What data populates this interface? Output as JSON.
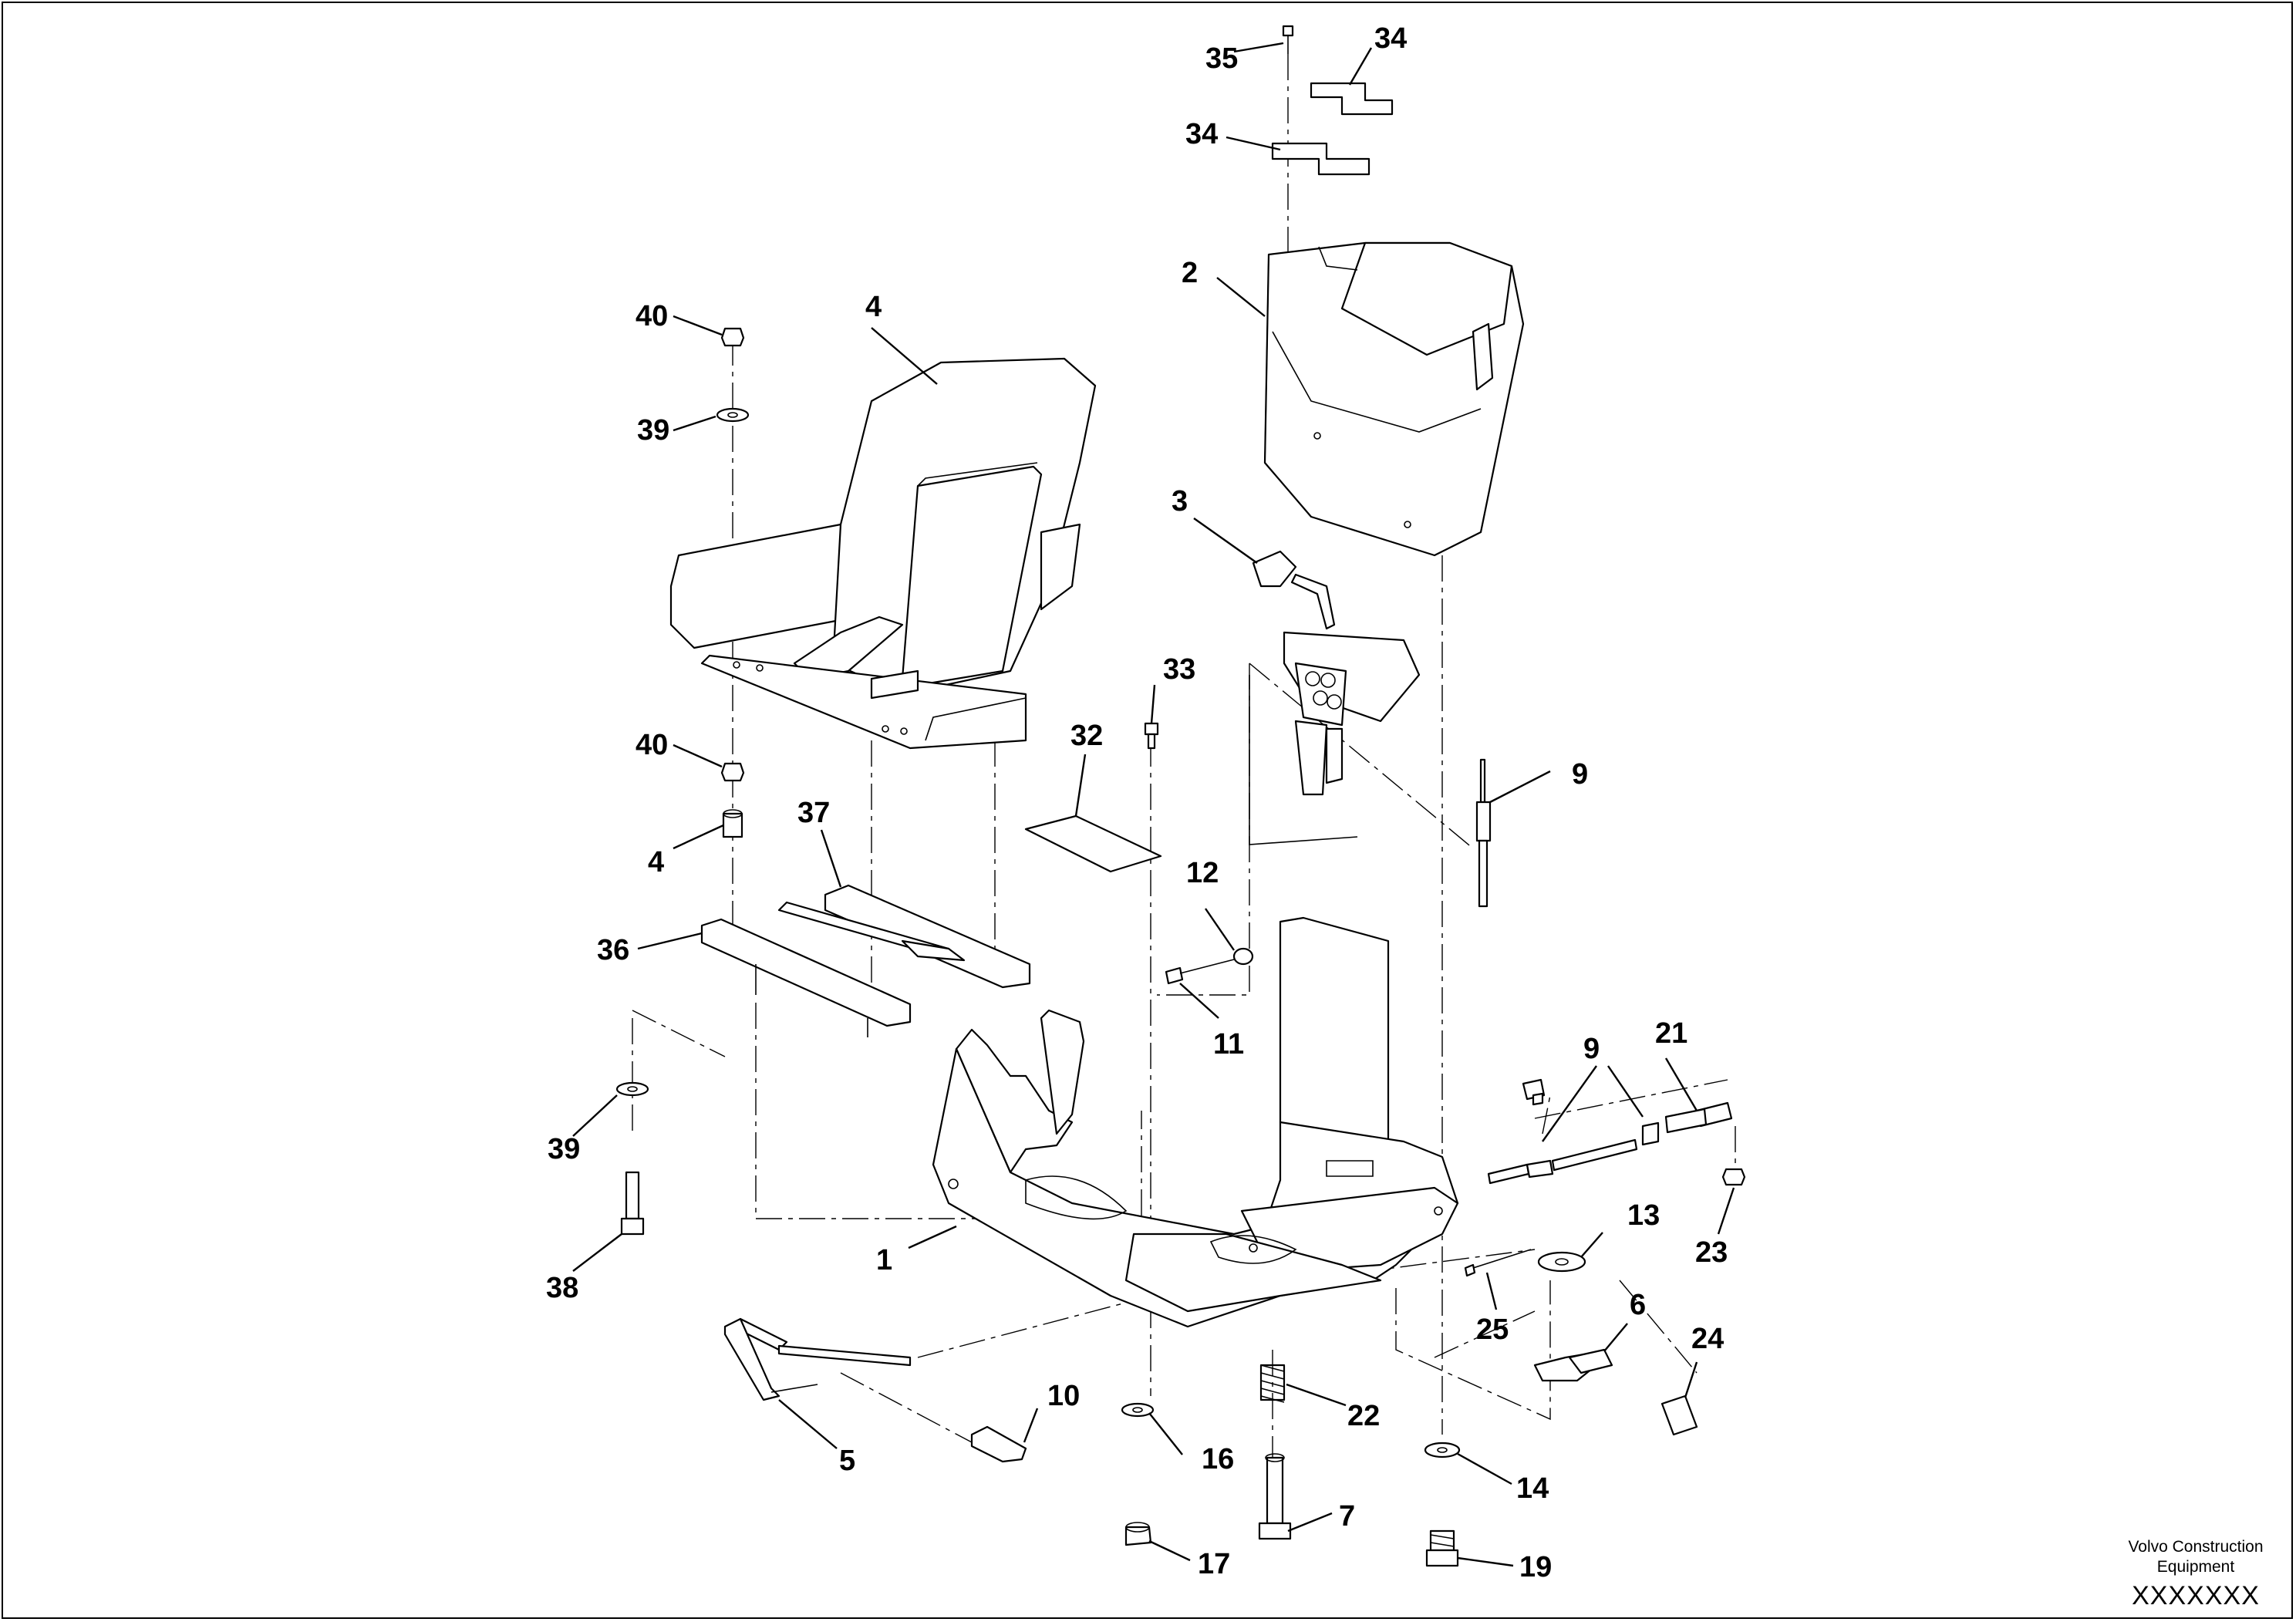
{
  "footer": {
    "company_line1": "Volvo Construction",
    "company_line2": "Equipment",
    "drawing_code": "XXXXXXX"
  },
  "callouts": {
    "c35": "35",
    "c34a": "34",
    "c34b": "34",
    "c2": "2",
    "c40a": "40",
    "c4a": "4",
    "c39a": "39",
    "c3": "3",
    "c33": "33",
    "c40b": "40",
    "c32": "32",
    "c9a": "9",
    "c37": "37",
    "c4b": "4",
    "c12": "12",
    "c36": "36",
    "c11": "11",
    "c9b": "9",
    "c21": "21",
    "c39b": "39",
    "c13": "13",
    "c23": "23",
    "c1": "1",
    "c38": "38",
    "c25": "25",
    "c6": "6",
    "c24": "24",
    "c10": "10",
    "c22": "22",
    "c5": "5",
    "c16": "16",
    "c14": "14",
    "c7": "7",
    "c17": "17",
    "c19": "19"
  }
}
